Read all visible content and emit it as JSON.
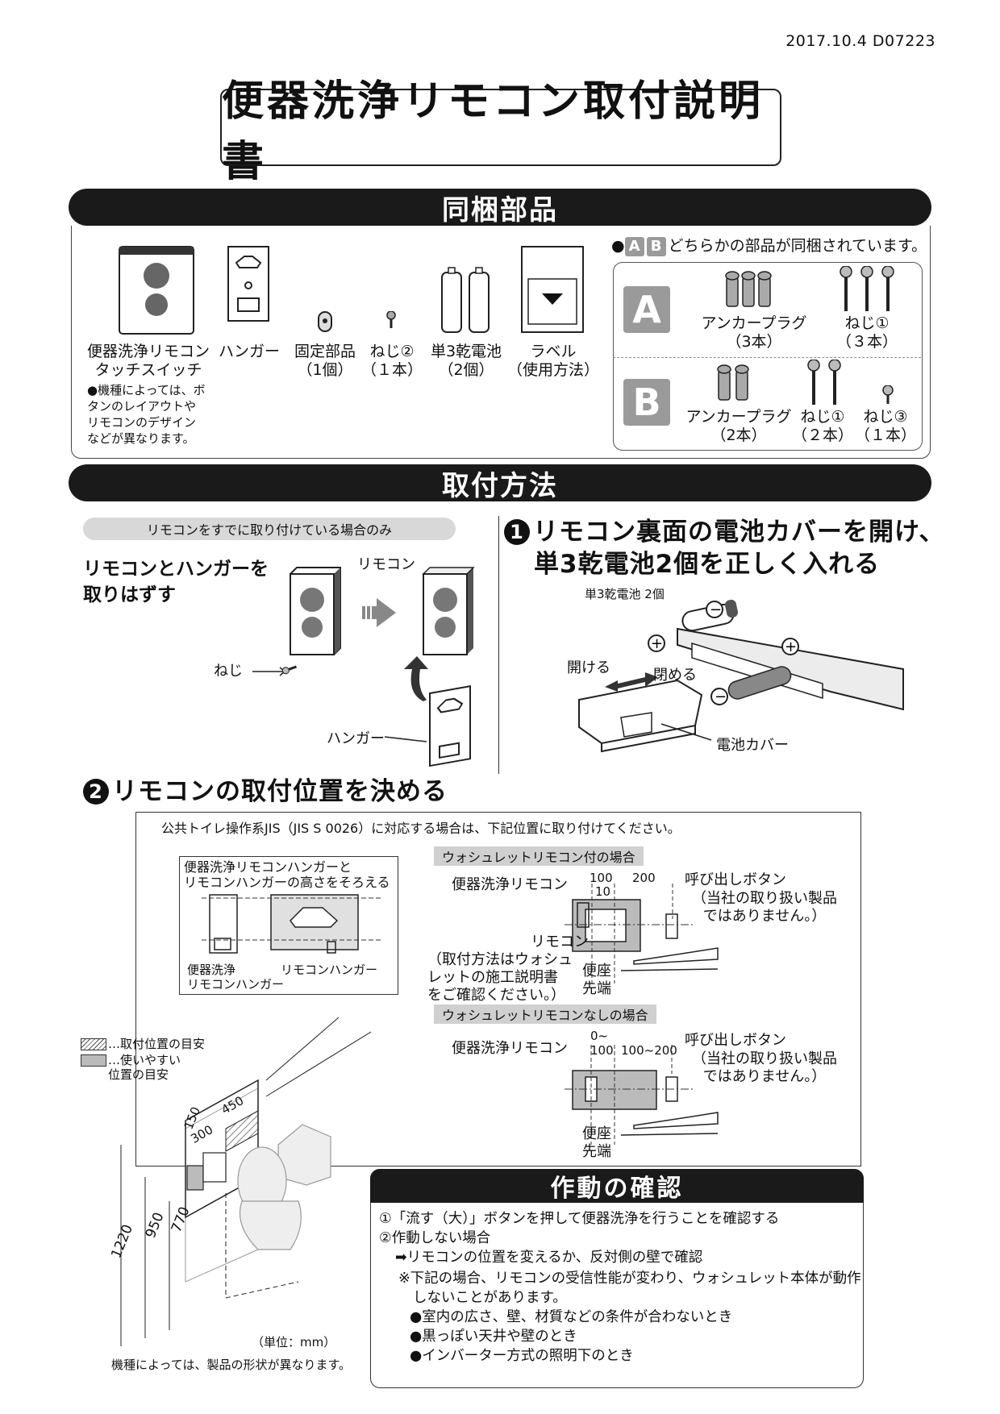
{
  "header": {
    "date_code": "2017.10.4  D07223"
  },
  "title": "便器洗浄リモコン取付説明書",
  "sections": {
    "included_parts": "同梱部品",
    "install_method": "取付方法",
    "operation_check": "作動の確認"
  },
  "parts": [
    {
      "name": "便器洗浄リモコン\nタッチスイッチ",
      "qty": ""
    },
    {
      "name": "ハンガー",
      "qty": ""
    },
    {
      "name": "固定部品",
      "qty": "（1個）"
    },
    {
      "name": "ねじ②",
      "qty": "（１本）"
    },
    {
      "name": "単3乾電池",
      "qty": "（2個）"
    },
    {
      "name": "ラベル",
      "qty": "（使用方法）"
    }
  ],
  "parts_note": "●機種によっては、ボ\nタンのレイアウトや\nリモコンのデザイン\nなどが異なります。",
  "ab_note": {
    "a": "A",
    "b": "B",
    "text": "どちらかの部品が同梱されています。"
  },
  "set_a": {
    "letter": "A",
    "items": [
      {
        "name": "アンカープラグ",
        "qty": "（3本）"
      },
      {
        "name": "ねじ①",
        "qty": "（３本）"
      }
    ]
  },
  "set_b": {
    "letter": "B",
    "items": [
      {
        "name": "アンカープラグ",
        "qty": "（2本）"
      },
      {
        "name": "ねじ①",
        "qty": "（２本）"
      },
      {
        "name": "ねじ③",
        "qty": "（１本）"
      }
    ]
  },
  "remove": {
    "pill": "リモコンをすでに取り付けている場合のみ",
    "heading": "リモコンとハンガーを\n取りはずす",
    "label_remote": "リモコン",
    "label_screw": "ねじ",
    "label_hanger": "ハンガー"
  },
  "step1": {
    "num": "1",
    "title_line1": "リモコン裏面の電池カバーを開け、",
    "title_line2": "単3乾電池2個を正しく入れる",
    "battery_label": "単3乾電池 2個",
    "open": "開ける",
    "close": "閉める",
    "cover": "電池カバー"
  },
  "step2": {
    "num": "2",
    "title": "リモコンの取付位置を決める",
    "jis_note": "公共トイレ操作系JIS（JIS S 0026）に対応する場合は、下記位置に取り付けてください。",
    "align_note": "便器洗浄リモコンハンガーと\nリモコンハンガーの高さをそろえる",
    "hanger_left": "便器洗浄\nリモコンハンガー",
    "hanger_right": "リモコンハンガー",
    "with_remote": "ウォシュレットリモコン付の場合",
    "without_remote": "ウォシュレットリモコンなしの場合",
    "flush_remote": "便器洗浄リモコン",
    "call_button": "呼び出しボタン",
    "call_note": "（当社の取り扱い製品\nではありません。）",
    "remote": "リモコン",
    "remote_note": "（取付方法はウォシュ\nレットの施工説明書\nをご確認ください。）",
    "seat_tip": "便座\n先端",
    "dims_a": [
      "100",
      "200",
      "10"
    ],
    "dims_b": [
      "0~\n100",
      "100~200"
    ],
    "legend_hatch": "…取付位置の目安",
    "legend_gray": "…使いやすい\n位置の目安",
    "heights": [
      "1220",
      "950",
      "770"
    ],
    "room_dims": [
      "150",
      "300",
      "450"
    ],
    "unit": "（単位：mm）",
    "model_note": "機種によっては、製品の形状が異なります。"
  },
  "confirm": {
    "line1": "①「流す（大）」ボタンを押して便器洗浄を行うことを確認する",
    "line2": "②作動しない場合",
    "line3": "➡リモコンの位置を変えるか、反対側の壁で確認",
    "line4": "※下記の場合、リモコンの受信性能が変わり、ウォシュレット本体が動作",
    "line5": "しないことがあります。",
    "bullets": [
      "●室内の広さ、壁、材質などの条件が合わないとき",
      "●黒っぽい天井や壁のとき",
      "●インバーター方式の照明下のとき"
    ]
  }
}
